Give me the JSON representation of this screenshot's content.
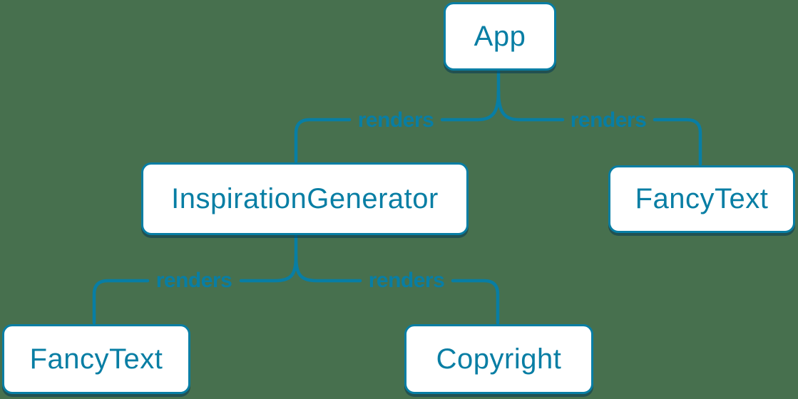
{
  "diagram": {
    "description": "React component render tree",
    "background_color": "#47704e",
    "accent_color": "#087ea4",
    "node_fill_color": "#ffffff",
    "nodes": {
      "app": {
        "label": "App"
      },
      "inspiration_generator": {
        "label": "InspirationGenerator"
      },
      "fancy_text_right": {
        "label": "FancyText"
      },
      "fancy_text_left": {
        "label": "FancyText"
      },
      "copyright": {
        "label": "Copyright"
      }
    },
    "edges": [
      {
        "from": "App",
        "to": "InspirationGenerator",
        "label": "renders"
      },
      {
        "from": "App",
        "to": "FancyText",
        "label": "renders"
      },
      {
        "from": "InspirationGenerator",
        "to": "FancyText",
        "label": "renders"
      },
      {
        "from": "InspirationGenerator",
        "to": "Copyright",
        "label": "renders"
      }
    ]
  }
}
